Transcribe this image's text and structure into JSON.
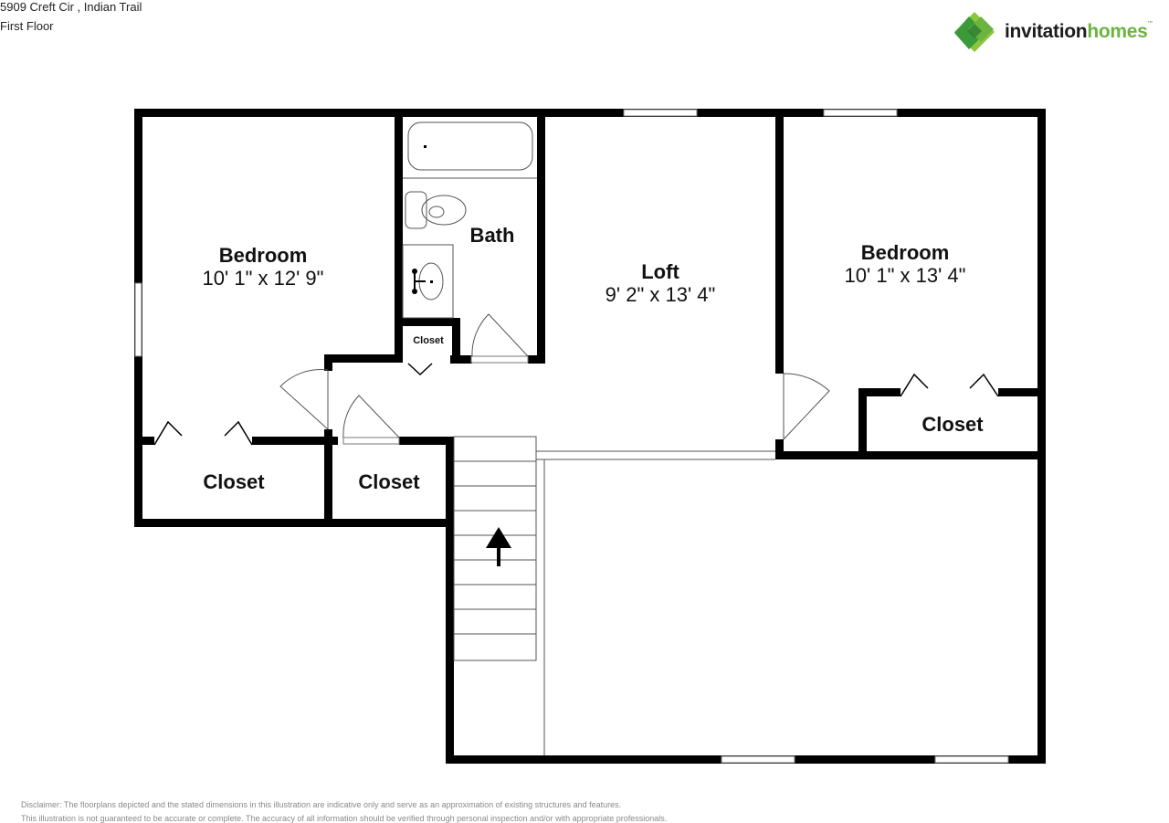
{
  "header": {
    "address": "5909 Creft Cir , Indian Trail",
    "floor": "First Floor"
  },
  "brand": {
    "name_part1": "invitation",
    "name_part2": "homes",
    "trademark": "™",
    "logo_icon": "green-diamond-logo-icon",
    "colors": {
      "dark": "#1c1c1c",
      "green": "#6cb33f",
      "green_dark": "#3a9a3a",
      "green_light": "#8cc63f"
    }
  },
  "rooms": [
    {
      "id": "bedroom-left",
      "name": "Bedroom",
      "dimensions": "10' 1\" x 12' 9\""
    },
    {
      "id": "bath",
      "name": "Bath"
    },
    {
      "id": "loft",
      "name": "Loft",
      "dimensions": "9' 2\" x 13' 4\""
    },
    {
      "id": "bedroom-right",
      "name": "Bedroom",
      "dimensions": "10' 1\" x 13' 4\""
    },
    {
      "id": "closet-bath",
      "name": "Closet"
    },
    {
      "id": "closet-left",
      "name": "Closet"
    },
    {
      "id": "closet-middle",
      "name": "Closet"
    },
    {
      "id": "closet-right",
      "name": "Closet"
    }
  ],
  "stairs": {
    "direction": "up",
    "icon": "stair-up-arrow-icon"
  },
  "disclaimer": {
    "line1": "Disclaimer: The floorplans depicted and the stated dimensions in this illustration are indicative only and serve as an approximation of existing structures and features.",
    "line2": "This illustration is not guaranteed to be accurate or complete. The accuracy of all information should be verified through personal inspection and/or with appropriate professionals."
  }
}
